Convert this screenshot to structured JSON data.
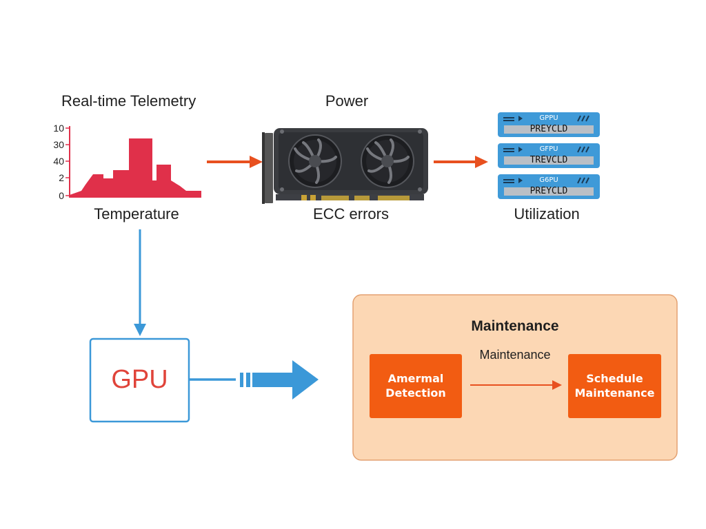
{
  "telemetry": {
    "title": "Real-time Telemetry",
    "sublabel": "Temperature",
    "y_ticks": [
      "10",
      "30",
      "40",
      "2",
      "0"
    ]
  },
  "gpu_card": {
    "top_label": "Power",
    "bottom_label": "ECC errors"
  },
  "servers": {
    "bottom_label": "Utilization",
    "units": [
      {
        "top": "GPPU",
        "bottom": "PREYCLD"
      },
      {
        "top": "GFPU",
        "bottom": "TREVCLD"
      },
      {
        "top": "G6PU",
        "bottom": "PREYCLD"
      }
    ]
  },
  "gpu_box": {
    "label": "GPU"
  },
  "maintenance": {
    "title": "Maintenance",
    "subtitle": "Maintenance",
    "left_box": {
      "line1": "Amermal",
      "line2": "Detection"
    },
    "right_box": {
      "line1": "Schedule",
      "line2": "Maintenance"
    }
  },
  "colors": {
    "telemetry_red": "#e0304a",
    "arrow_orange": "#e8501f",
    "arrow_blue": "#3b98d8",
    "panel_fill": "#fcd7b4",
    "panel_border": "#e3a171",
    "box_orange": "#f25c12",
    "server_blue": "#3f9ad8"
  },
  "chart_data": {
    "type": "bar",
    "title": "Real-time Telemetry",
    "xlabel": "Temperature",
    "ylabel": "",
    "y_tick_labels": [
      "10",
      "30",
      "40",
      "2",
      "0"
    ],
    "values": [
      4,
      13,
      11,
      17,
      41,
      18,
      4
    ]
  }
}
